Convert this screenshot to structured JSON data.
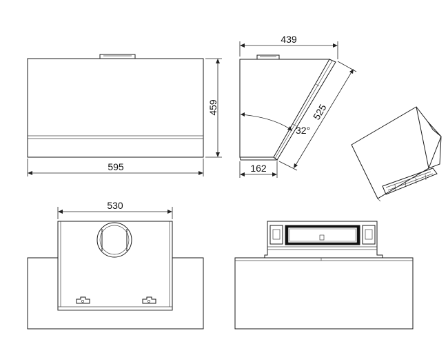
{
  "dimensions": {
    "front_width": "595",
    "front_height": "459",
    "side_depth": "439",
    "side_glass_length": "525",
    "side_base_depth": "162",
    "side_angle": "32°",
    "top_width": "530"
  }
}
